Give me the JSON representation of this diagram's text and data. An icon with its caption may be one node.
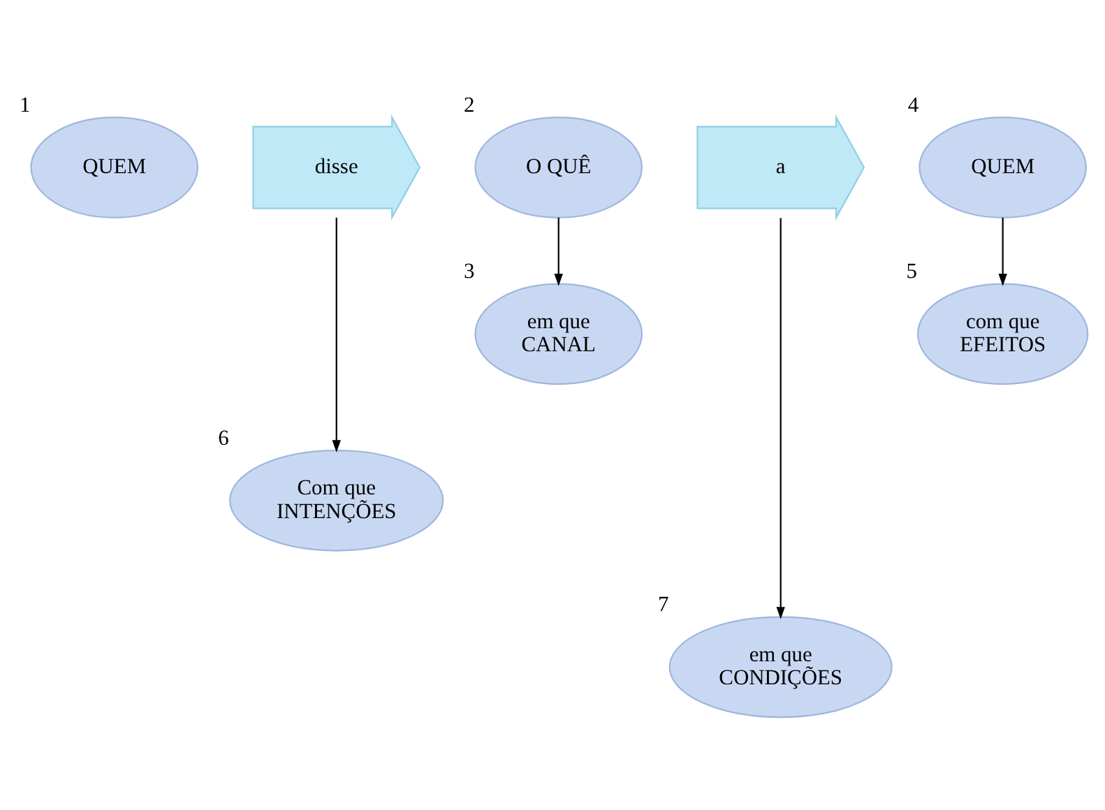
{
  "diagram": {
    "nodes": [
      {
        "text": [
          "QUEM"
        ],
        "beside": [
          "1"
        ]
      },
      {
        "text": [
          "disse"
        ]
      },
      {
        "text": [
          "O QUÊ"
        ],
        "beside": [
          "2"
        ]
      },
      {
        "text": [
          "a"
        ]
      },
      {
        "text": [
          "QUEM"
        ],
        "beside": [
          "4"
        ]
      },
      {
        "text": [
          "em que CANAL"
        ],
        "beside": [
          "3"
        ]
      },
      {
        "text": [
          "com que EFEITOS"
        ],
        "beside": [
          "5"
        ]
      },
      {
        "text": [
          "Com que INTENÇÕES"
        ],
        "beside": [
          "6"
        ]
      },
      {
        "text": [
          "em que CONDIÇÕES"
        ],
        "beside": [
          "7"
        ]
      }
    ],
    "edges": [
      {
        "from": 1,
        "to": 7,
        "arrow": "to"
      },
      {
        "from": 2,
        "to": 5,
        "arrow": "to"
      },
      {
        "from": 3,
        "to": 8,
        "arrow": "to"
      },
      {
        "from": 4,
        "to": 6,
        "arrow": "to"
      }
    ]
  }
}
